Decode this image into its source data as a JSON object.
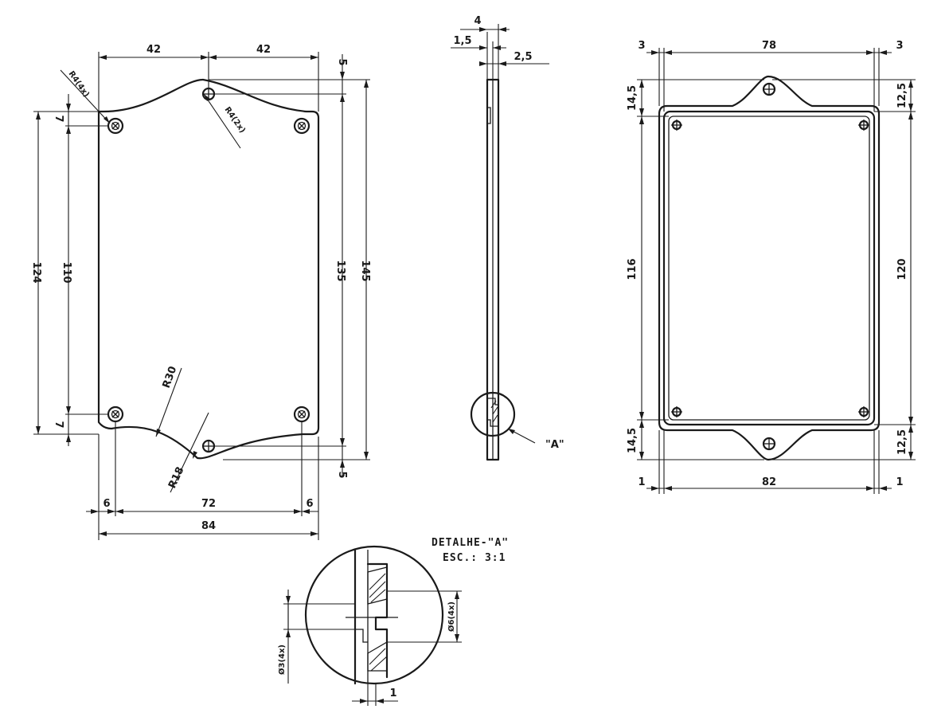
{
  "front_view": {
    "top_half_left": "42",
    "top_half_right": "42",
    "top_right_offset": "5",
    "bottom_right_offset": "5",
    "corner_radius_top": "R4(4x)",
    "corner_radius_hole": "R4(2x)",
    "height_124": "124",
    "height_110": "110",
    "height_135": "135",
    "height_145": "145",
    "edge_top": "7",
    "edge_bottom": "7",
    "radius_30": "R30",
    "radius_18": "R18",
    "hole_offset_left": "6",
    "hole_span": "72",
    "hole_offset_right": "6",
    "overall_width": "84"
  },
  "side_view": {
    "dim_4": "4",
    "dim_1_5": "1,5",
    "dim_2_5": "2,5",
    "detail_label": "\"A\""
  },
  "back_view": {
    "top_left": "3",
    "top_width": "78",
    "top_right": "3",
    "top_ear_left": "14,5",
    "top_ear_right": "12,5",
    "inner_height": "116",
    "outer_height": "120",
    "bottom_ear_left": "14,5",
    "bottom_ear_right": "12,5",
    "bottom_left": "1",
    "bottom_width": "82",
    "bottom_right": "1"
  },
  "detail": {
    "title_line1": "DETALHE-\"A\"",
    "title_line2": "ESC.: 3:1",
    "hole_small": "Ø3(4x)",
    "hole_large": "Ø6(4x)",
    "thickness": "1"
  }
}
